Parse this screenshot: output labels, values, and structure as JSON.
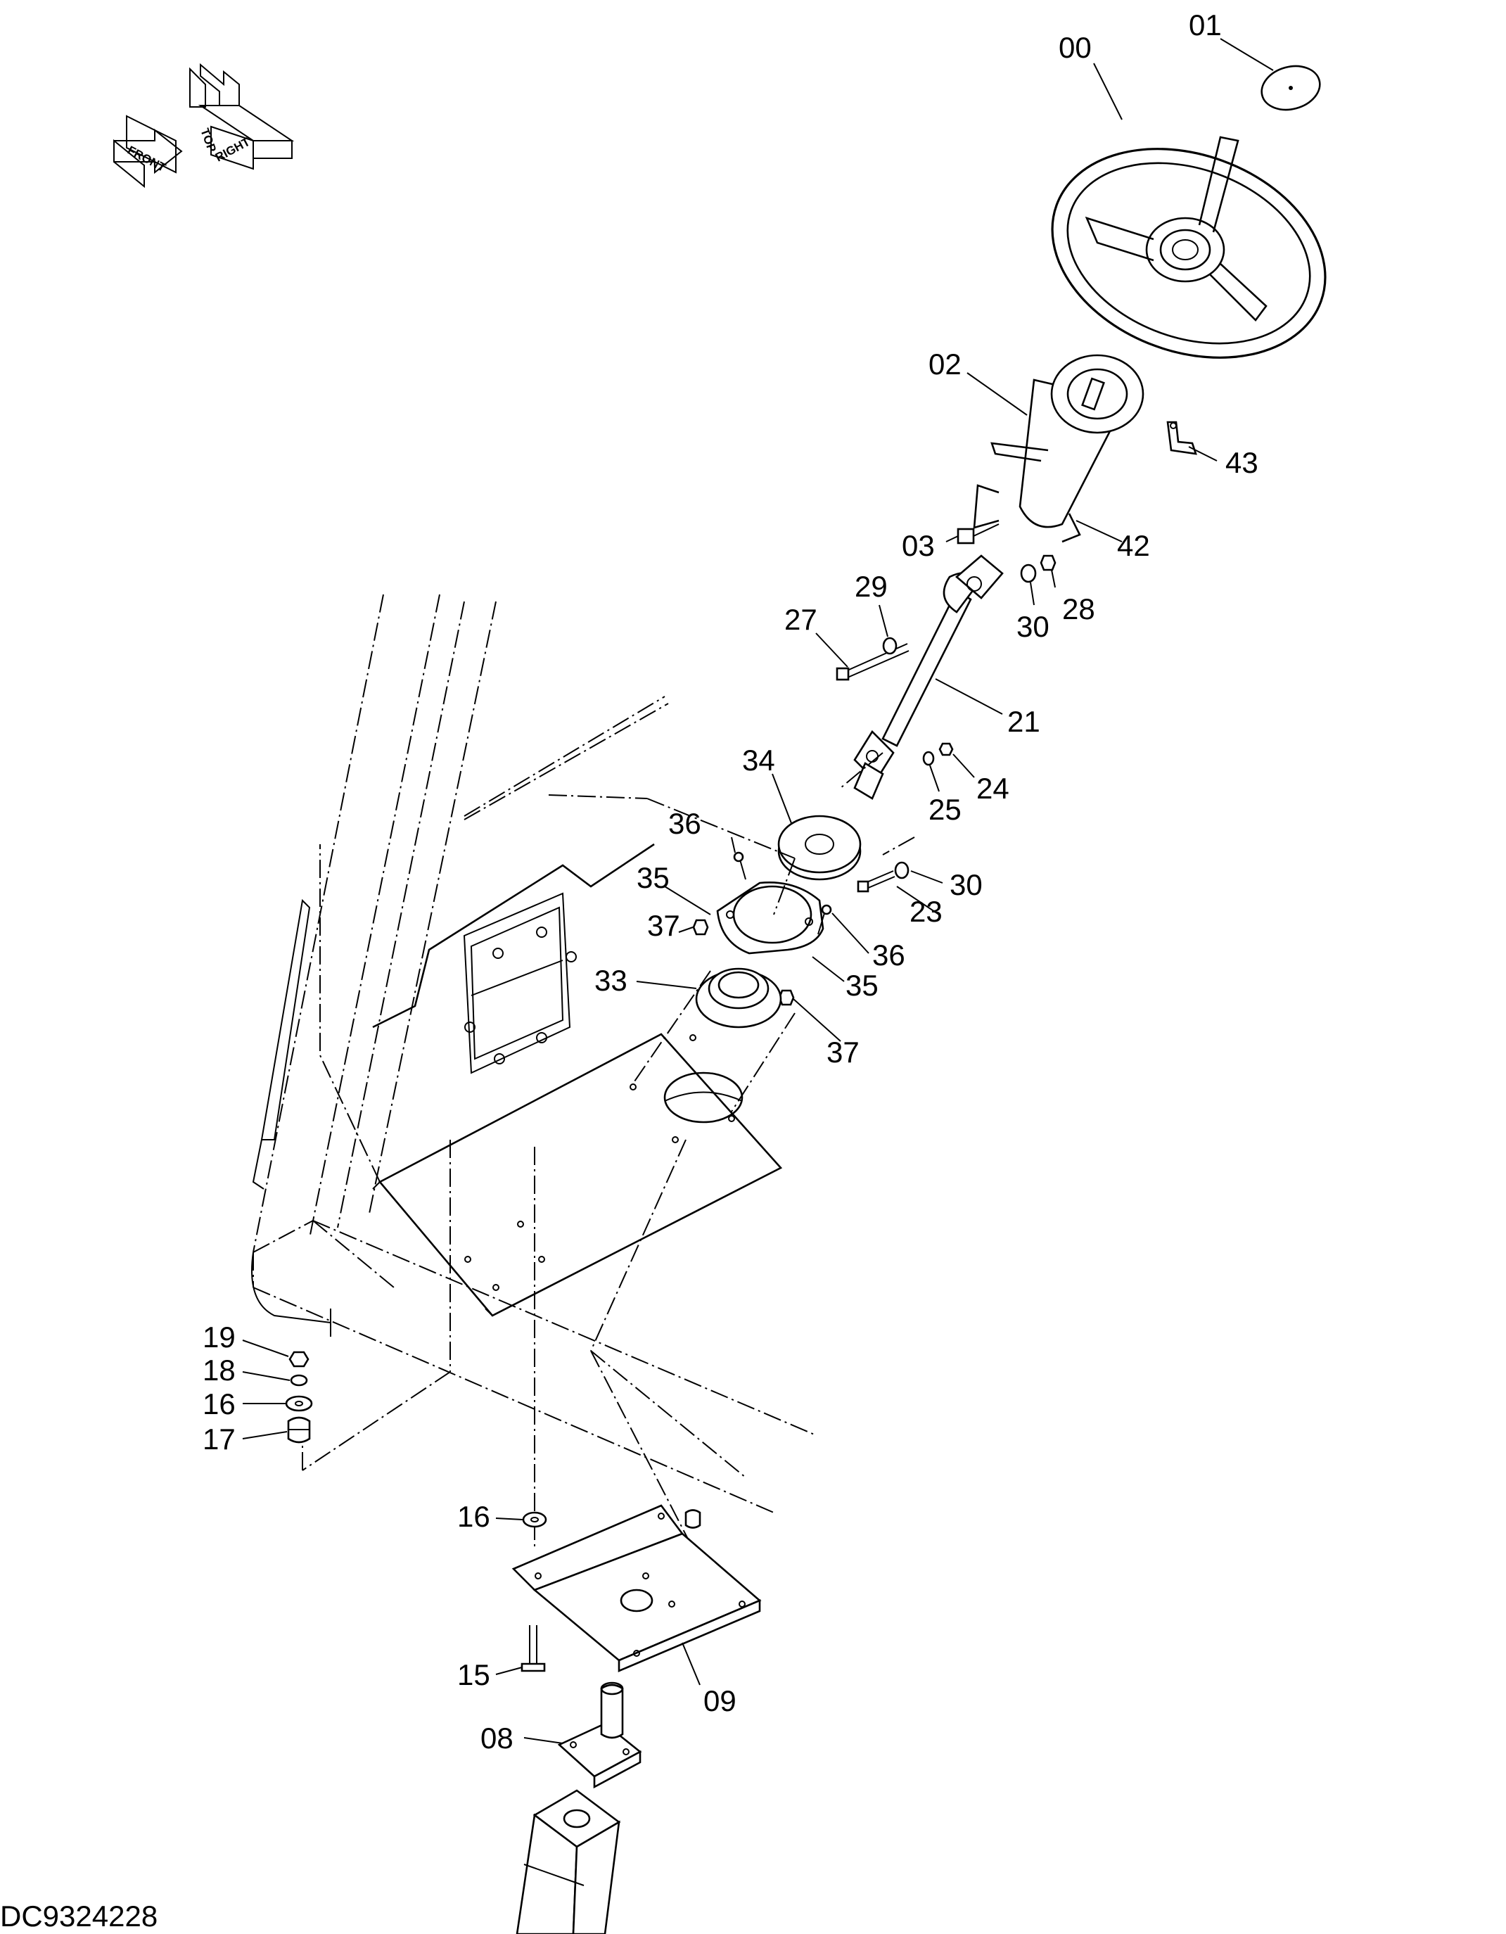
{
  "drawing_code": "DC9324228",
  "orientation": {
    "front": "FRONT",
    "top": "TOP",
    "right": "RIGHT"
  },
  "callouts": [
    "00",
    "01",
    "02",
    "43",
    "03",
    "42",
    "29",
    "30",
    "28",
    "27",
    "21",
    "34",
    "24",
    "36",
    "25",
    "30",
    "35",
    "23",
    "37",
    "36",
    "33",
    "35",
    "37",
    "19",
    "18",
    "16",
    "17",
    "16",
    "15",
    "09",
    "08"
  ],
  "colors": {
    "ink": "#000000",
    "paper": "#ffffff"
  }
}
